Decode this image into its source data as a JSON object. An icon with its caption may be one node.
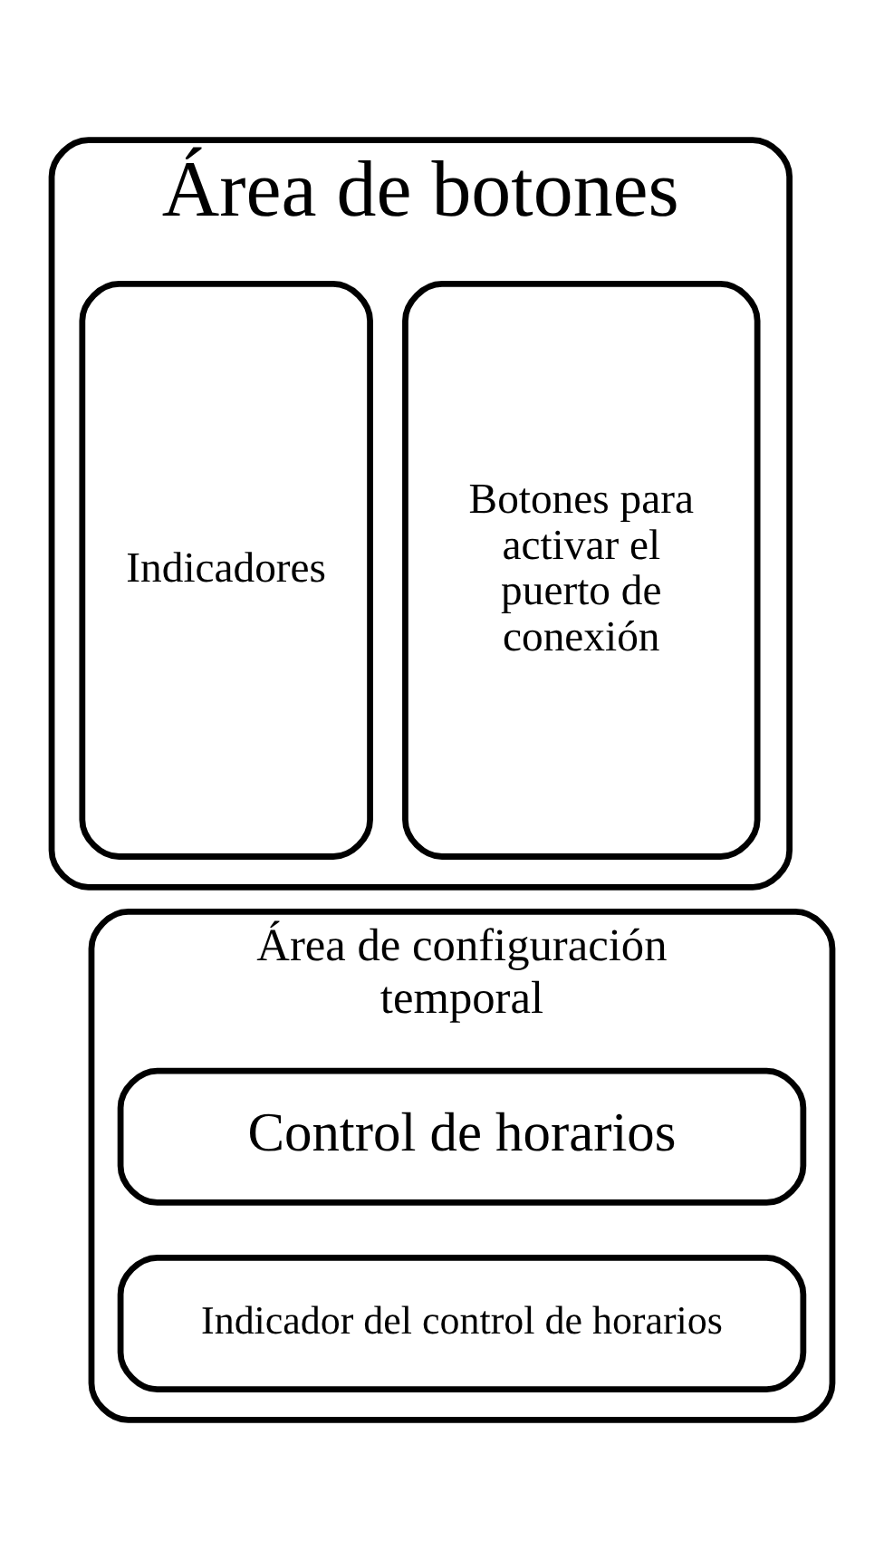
{
  "diagram": {
    "nodes": [
      {
        "text": [
          "Área de botones"
        ]
      },
      {
        "text": [
          "Botones para activar el puerto de conexión"
        ],
        "in": 0
      },
      {
        "text": [
          "Indicadores"
        ],
        "in": 0
      },
      {
        "text": [
          "Área de configuración temporal"
        ]
      },
      {
        "text": [
          "Control de horarios"
        ],
        "in": 3
      },
      {
        "text": [
          "Indicador del control de horarios"
        ],
        "in": 3
      }
    ]
  }
}
